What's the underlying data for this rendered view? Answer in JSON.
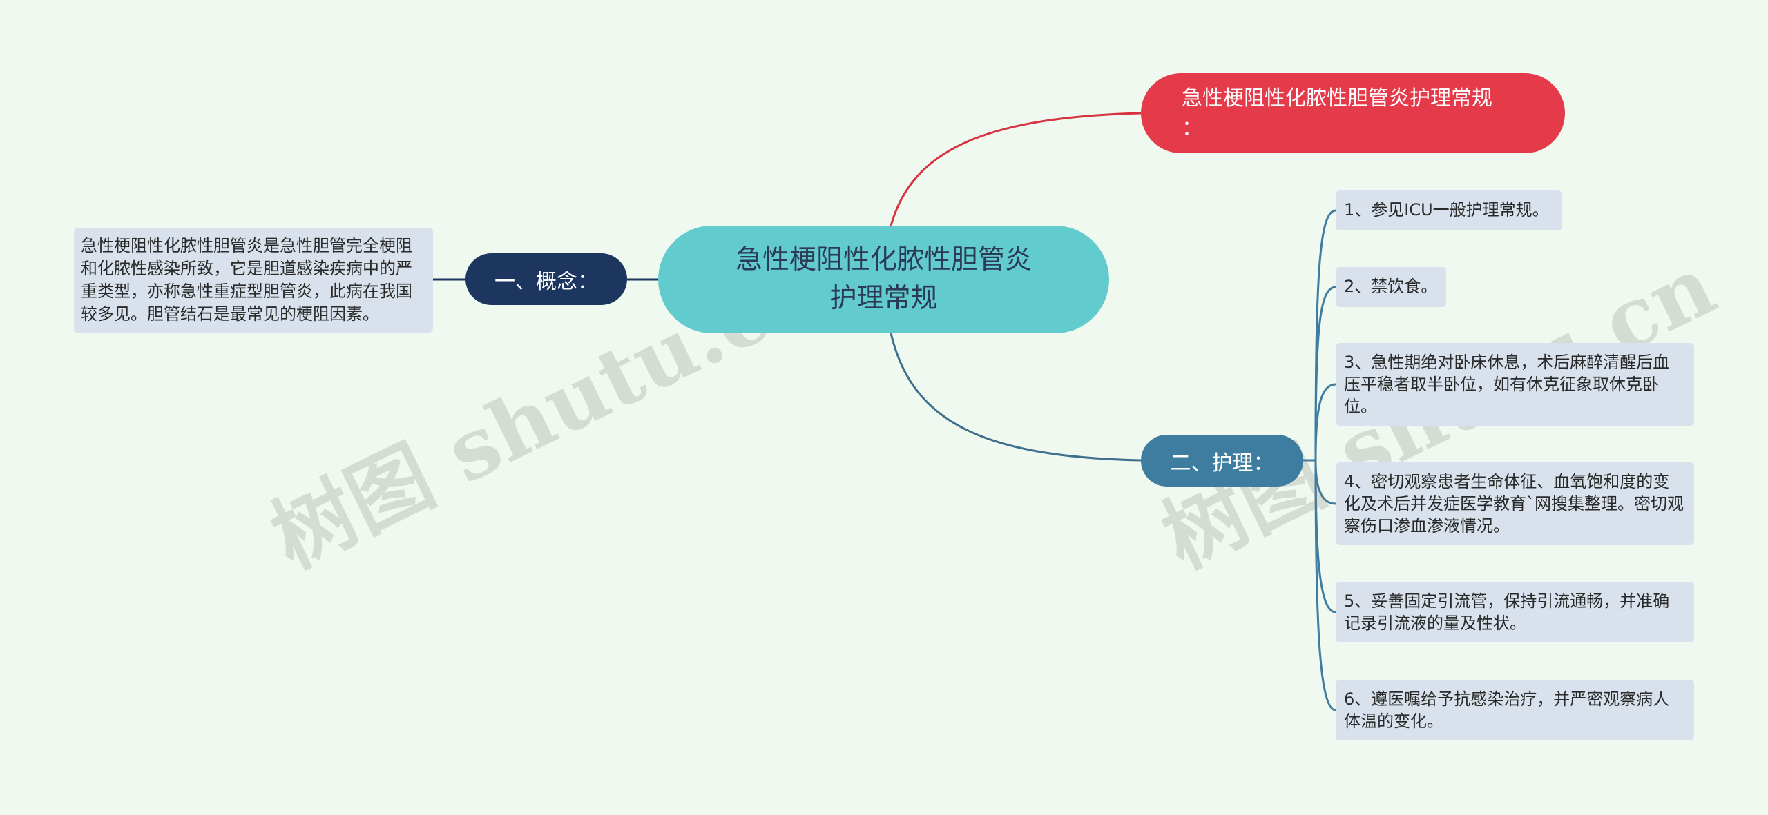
{
  "root": {
    "line1": "急性梗阻性化脓性胆管炎",
    "line2": "护理常规"
  },
  "title_node": {
    "line1": "急性梗阻性化脓性胆管炎护理常规",
    "line2": "："
  },
  "concept": {
    "label": "一、概念：",
    "text": "急性梗阻性化脓性胆管炎是急性胆管完全梗阻和化脓性感染所致，它是胆道感染疾病中的严重类型，亦称急性重症型胆管炎，此病在我国较多见。胆管结石是最常见的梗阻因素。"
  },
  "care": {
    "label": "二、护理：",
    "items": [
      "1、参见ICU一般护理常规。",
      "2、禁饮食。",
      "3、急性期绝对卧床休息，术后麻醉清醒后血压平稳者取半卧位，如有休克征象取休克卧位。",
      "4、密切观察患者生命体征、血氧饱和度的变化及术后并发症医学教育`网搜集整理。密切观察伤口渗血渗液情况。",
      "5、妥善固定引流管，保持引流通畅，并准确记录引流液的量及性状。",
      "6、遵医嘱给予抗感染治疗，并严密观察病人体温的变化。"
    ]
  },
  "watermark": "树图 shutu.cn",
  "colors": {
    "background": "#f0f9ef",
    "root": "#62cbcd",
    "title_node": "#e53a4a",
    "concept": "#1c3660",
    "care": "#3e7ca0",
    "leaf": "#d9e2ec"
  }
}
